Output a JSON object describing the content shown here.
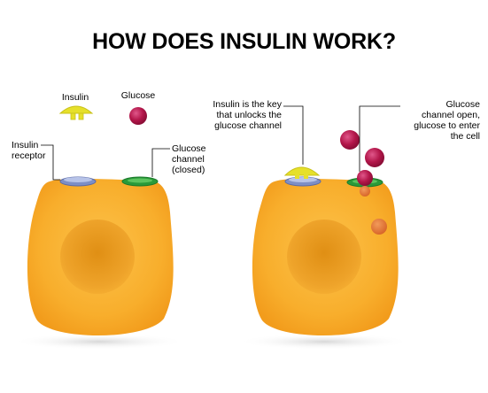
{
  "diagram": {
    "title": "HOW DOES INSULIN WORK?",
    "legend": {
      "insulin_label": "Insulin",
      "glucose_label": "Glucose"
    },
    "left_cell": {
      "receptor_label": "Insulin\nreceptor",
      "channel_label": "Glucose\nchannel\n(closed)"
    },
    "right_cell": {
      "key_label": "Insulin is the key\nthat unlocks the\nglucose channel",
      "channel_label": "Glucose\nchannel open,\nglucose to enter\nthe cell"
    },
    "colors": {
      "cell_body": "#f8ae2c",
      "nucleus": "#e59a1f",
      "insulin": "#e6e02a",
      "glucose": "#b3164a",
      "glucose_inside": "#e4782e",
      "receptor": "#8f9fd0",
      "channel": "#2a9a3a"
    }
  }
}
